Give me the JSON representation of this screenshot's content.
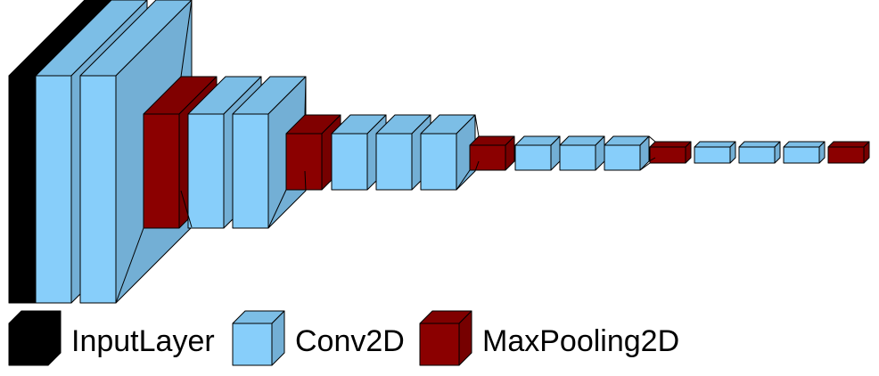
{
  "layer_sequence": [
    "InputLayer",
    "Conv2D",
    "Conv2D",
    "MaxPooling2D",
    "Conv2D",
    "Conv2D",
    "MaxPooling2D",
    "Conv2D",
    "Conv2D",
    "Conv2D",
    "MaxPooling2D",
    "Conv2D",
    "Conv2D",
    "Conv2D",
    "MaxPooling2D",
    "Conv2D",
    "Conv2D",
    "Conv2D",
    "MaxPooling2D"
  ],
  "layer_types": {
    "InputLayer": {
      "color": "#000000"
    },
    "Conv2D": {
      "color": "#87cefa"
    },
    "MaxPooling2D": {
      "color": "#8b0000"
    }
  },
  "legend": {
    "items": [
      {
        "type": "InputLayer",
        "label": "InputLayer"
      },
      {
        "type": "Conv2D",
        "label": "Conv2D"
      },
      {
        "type": "MaxPooling2D",
        "label": "MaxPooling2D"
      }
    ]
  }
}
